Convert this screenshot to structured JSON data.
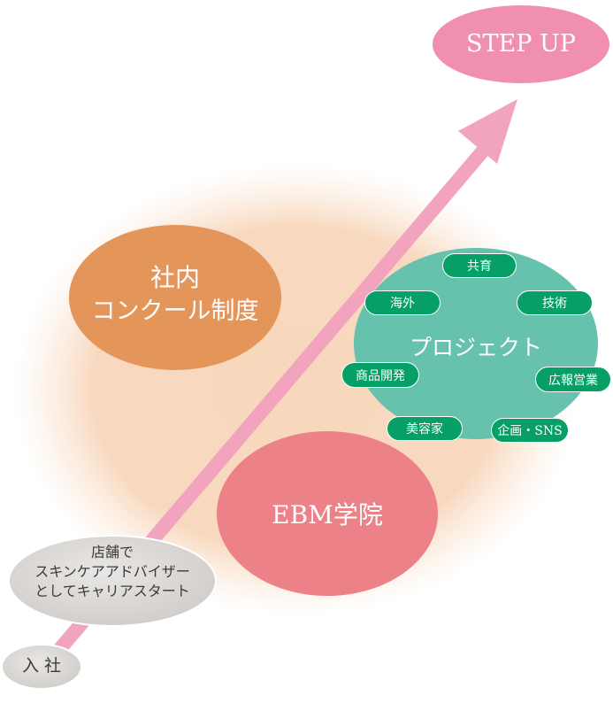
{
  "colors": {
    "glow": "#f8d7bc",
    "orange_circle": "#e4955a",
    "teal_circle": "#66c2ad",
    "pink_circle": "#ed8188",
    "step_up": "#f08fae",
    "arrow": "#f2a4bf",
    "gray_oval": "#d9d6d3",
    "pill_green": "#06a066"
  },
  "step_up": "STEP UP",
  "start_label": "入 社",
  "store_label": [
    "店舗で",
    "スキンケアアドバイザー",
    "としてキャリアスタート"
  ],
  "contest_label": [
    "社内",
    "コンクール制度"
  ],
  "academy_label": "EBM学院",
  "project": {
    "title": "プロジェクト",
    "tags": [
      "共育",
      "技術",
      "広報営業",
      "企画・SNS",
      "美容家",
      "商品開発",
      "海外"
    ]
  }
}
